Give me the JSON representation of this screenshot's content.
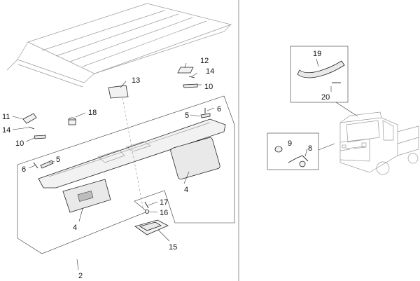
{
  "callouts": {
    "c19": "19",
    "c20": "20",
    "c9": "9",
    "c8": "8",
    "c12": "12",
    "c14a": "14",
    "c10a": "10",
    "c13": "13",
    "c11": "11",
    "c14b": "14",
    "c10b": "10",
    "c18": "18",
    "c5a": "5",
    "c6a": "6",
    "c5b": "5",
    "c6b": "6",
    "c4a": "4",
    "c4b": "4",
    "c17": "17",
    "c16": "16",
    "c15": "15",
    "c2": "2"
  }
}
